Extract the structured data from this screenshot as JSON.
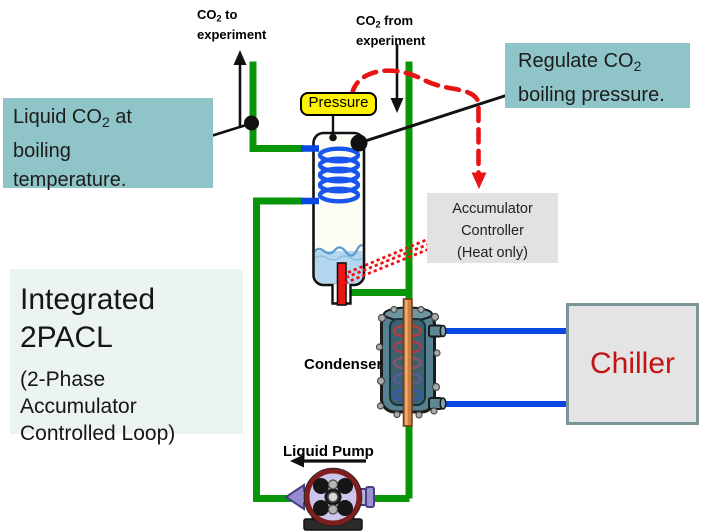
{
  "colors": {
    "pipe_green": "#089608",
    "co2_blue": "#0a46e0",
    "coil_blue": "#1a55ee",
    "heater_red": "#ee1414",
    "dash_red": "#e81414",
    "callout_teal": "#8fc5c8",
    "panel_mint": "#ecf4ef",
    "controller_gray": "#e2e2e2",
    "chiller_gray": "#e4e4e4",
    "chiller_border": "#7d9499",
    "chiller_text": "#c21414",
    "pressure_yellow": "#fff200",
    "liquid_blue": "#b3d7ef"
  },
  "labels": {
    "co2_to": {
      "pre": "CO",
      "sub": "2",
      "post": " to",
      "line2": "experiment"
    },
    "co2_from": {
      "pre": "CO",
      "sub": "2",
      "post": " from",
      "line2": "experiment"
    },
    "pressure": "Pressure",
    "condenser": "Condenser",
    "liquid_pump": "Liquid Pump",
    "chiller": "Chiller"
  },
  "callouts": {
    "liquid_co2": {
      "l1pre": "Liquid CO",
      "l1sub": "2",
      "l1post": " at",
      "line2": "boiling",
      "line3": "temperature."
    },
    "regulate": {
      "l1pre": "Regulate CO",
      "l1sub": "2",
      "l1post": "",
      "line2": "boiling pressure."
    },
    "accumulator_controller": {
      "line1": "Accumulator",
      "line2": "Controller",
      "line3": "(Heat only)"
    }
  },
  "title_panel": {
    "line1": "Integrated",
    "line2": "2PACL",
    "line3": " (2-Phase",
    "line4": "Accumulator",
    "line5": "Controlled Loop)"
  }
}
